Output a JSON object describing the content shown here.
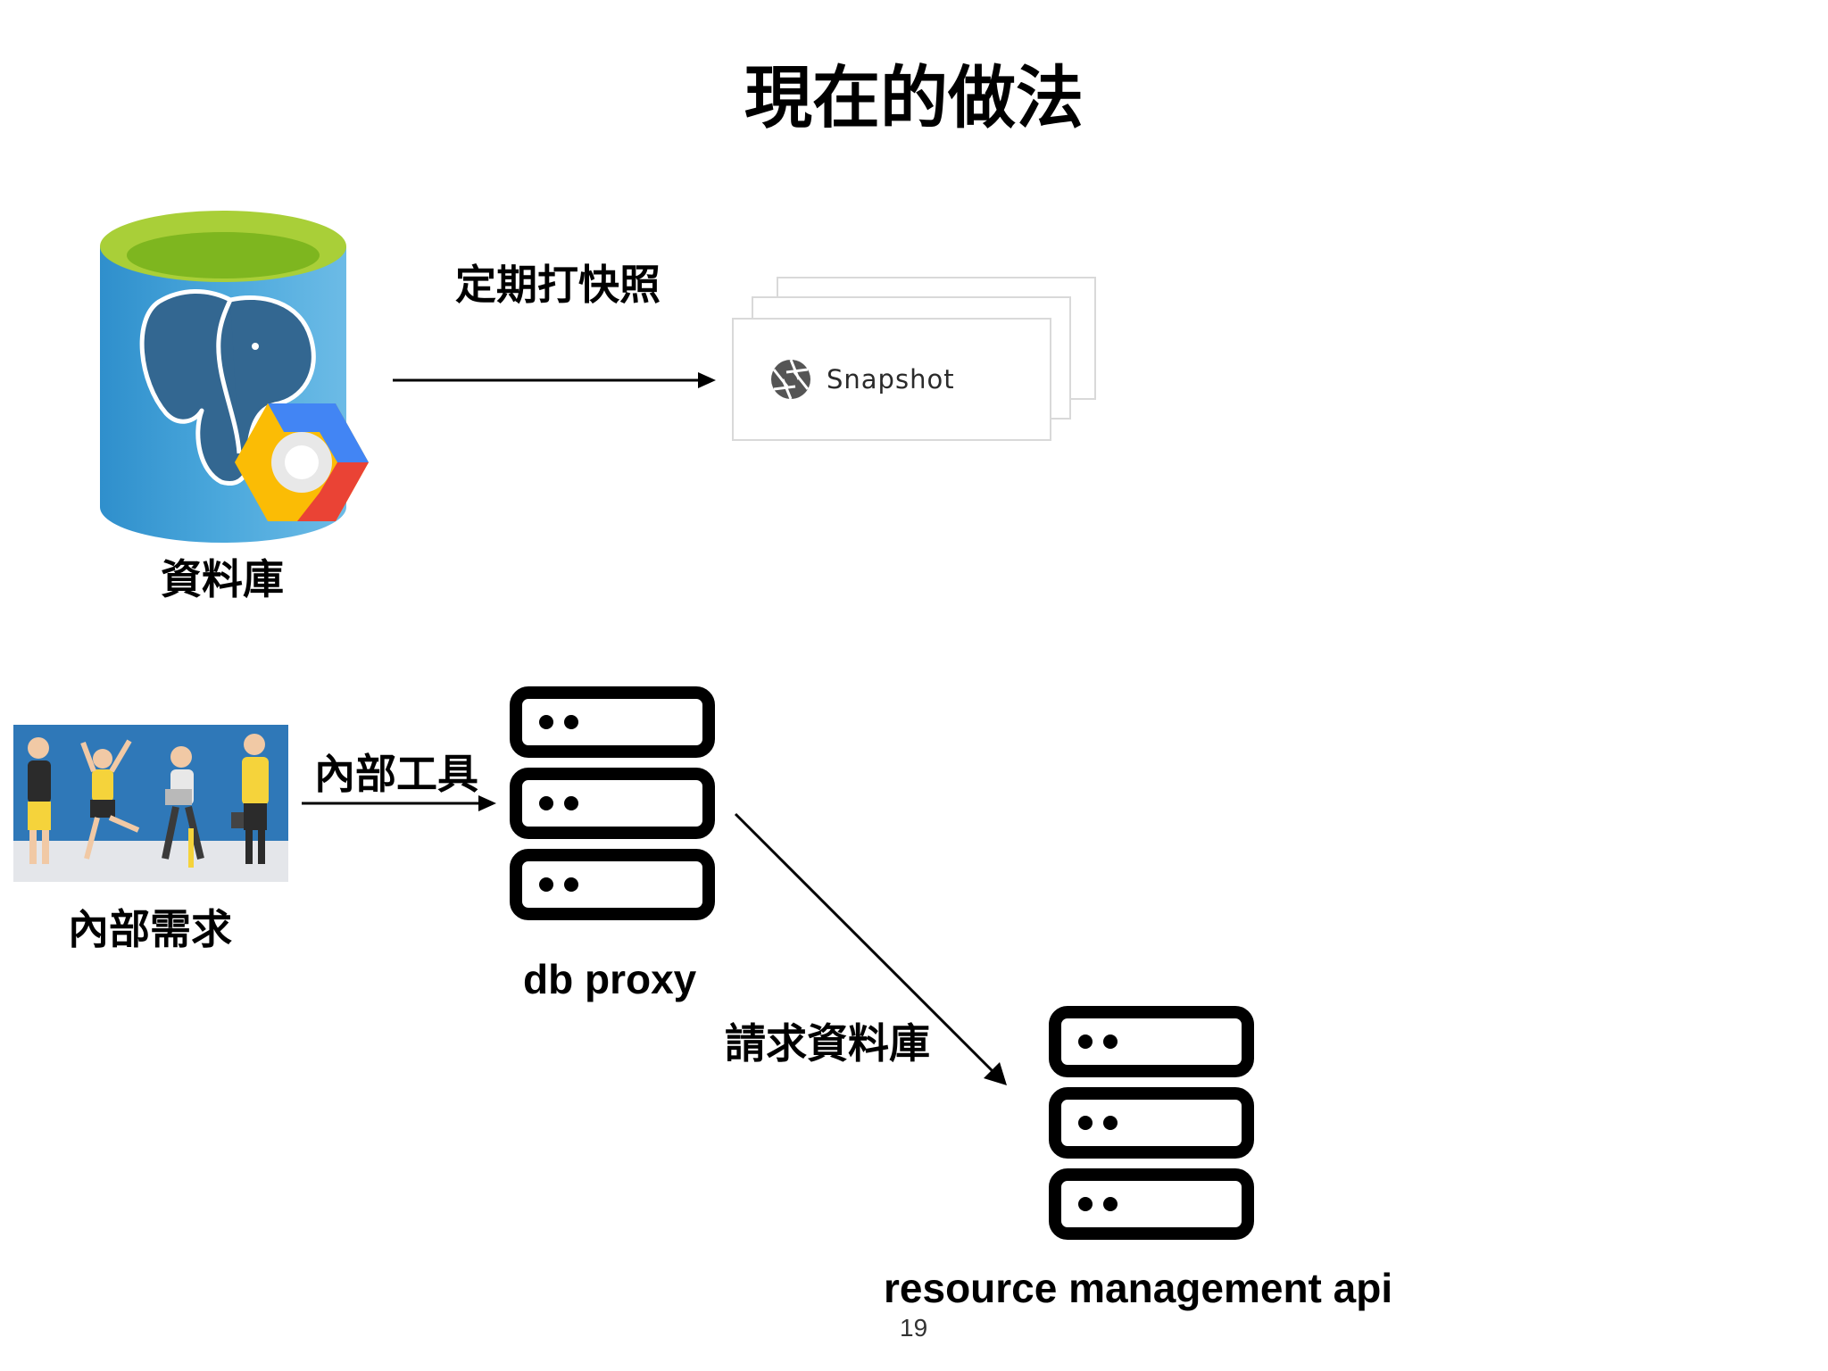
{
  "slide": {
    "title": "現在的做法",
    "page_number": "19"
  },
  "database": {
    "label": "資料庫",
    "icon": "postgresql-cloudsql-icon"
  },
  "snapshot_flow": {
    "arrow_label": "定期打快照",
    "card_text": "Snapshot",
    "card_icon": "camera-aperture-icon"
  },
  "internal": {
    "image": "team-people-photo",
    "label": "內部需求",
    "arrow_label": "內部工具"
  },
  "proxy": {
    "label": "db proxy",
    "icon": "server-rack-icon"
  },
  "api": {
    "arrow_label": "請求資料庫",
    "label": "resource management api",
    "icon": "server-rack-icon"
  },
  "colors": {
    "db_blue": "#3e9fd6",
    "db_top_green": "#8cc63f",
    "gcp_blue": "#4285f4",
    "gcp_red": "#ea4335",
    "gcp_yellow": "#fbbc05",
    "photo_bg": "#2f78b8",
    "shirt_yellow": "#f5d33b"
  }
}
